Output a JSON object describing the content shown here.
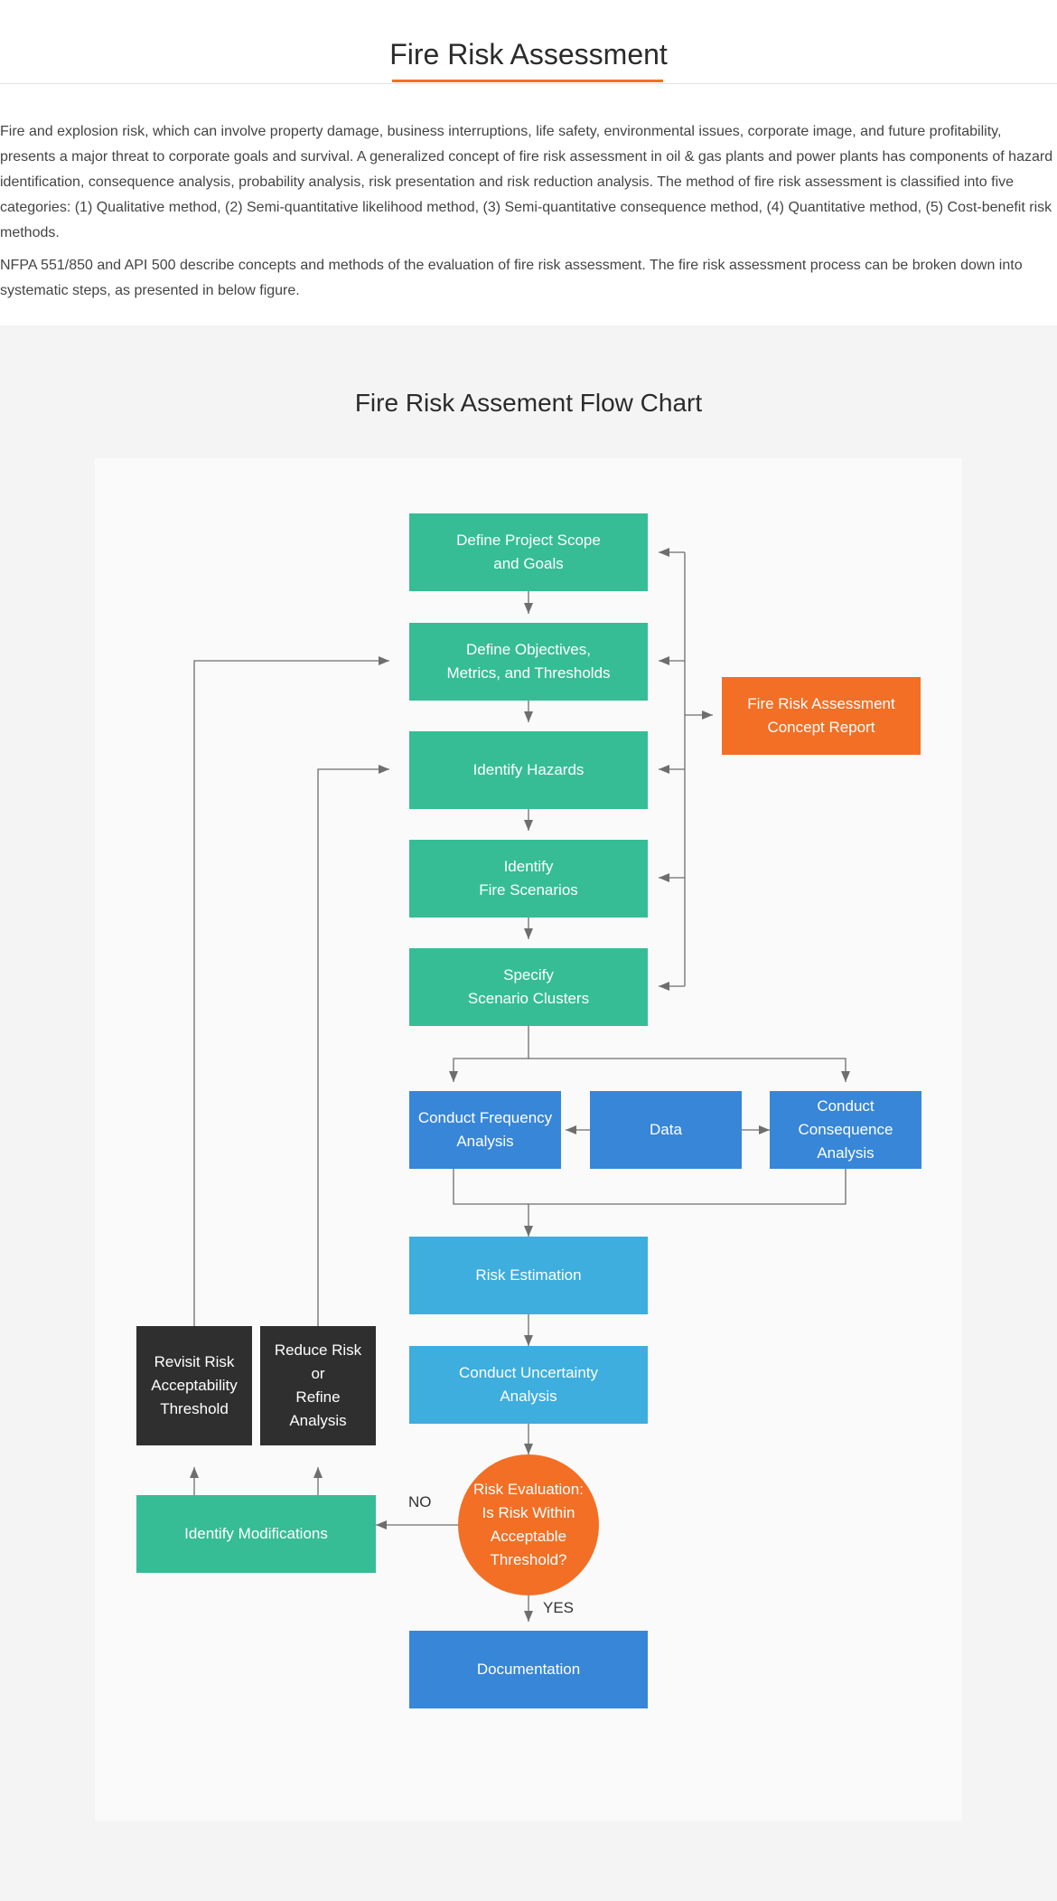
{
  "page": {
    "title": "Fire Risk Assessment",
    "paragraphs": [
      "Fire and explosion risk, which can involve property damage, business interruptions, life safety, environmental issues, corporate image, and future profitability, presents a major threat to corporate goals and survival. A generalized concept of fire risk assessment in oil & gas plants and power plants has components of hazard identification, consequence analysis, probability analysis, risk presentation and risk reduction analysis.  The method of fire risk assessment is classified into five categories: (1) Qualitative method, (2) Semi-quantitative likelihood method, (3) Semi-quantitative consequence method, (4) Quantitative method, (5) Cost-benefit risk methods.",
      "NFPA 551/850 and API 500 describe concepts and methods of the evaluation of fire risk assessment. The fire risk assessment process can be broken down into systematic steps, as presented in below figure."
    ]
  },
  "flowchart": {
    "title": "Fire Risk Assement Flow Chart",
    "colors": {
      "green": "#36bd95",
      "orange": "#f26f25",
      "blue": "#3786d8",
      "sky": "#3daedd",
      "dark": "#2f2f2f",
      "connector": "#6e6e6e"
    },
    "nodes": {
      "define_scope": "Define Project Scope\nand Goals",
      "define_objectives": "Define Objectives,\nMetrics, and Thresholds",
      "identify_hazards": "Identify Hazards",
      "identify_scenarios": "Identify\nFire Scenarios",
      "specify_clusters": "Specify\nScenario Clusters",
      "concept_report": "Fire Risk Assessment\nConcept Report",
      "frequency_analysis": "Conduct Frequency\nAnalysis",
      "data": "Data",
      "consequence_analysis": "Conduct\nConsequence Analysis",
      "risk_estimation": "Risk Estimation",
      "uncertainty_analysis": "Conduct Uncertainty\nAnalysis",
      "risk_evaluation": "Risk Evaluation:\nIs Risk Within\nAcceptable\nThreshold?",
      "identify_modifications": "Identify Modifications",
      "revisit_threshold": "Revisit Risk\nAcceptability\nThreshold",
      "reduce_risk": "Reduce Risk or\nRefine Analysis",
      "documentation": "Documentation"
    },
    "labels": {
      "no": "NO",
      "yes": "YES"
    }
  }
}
